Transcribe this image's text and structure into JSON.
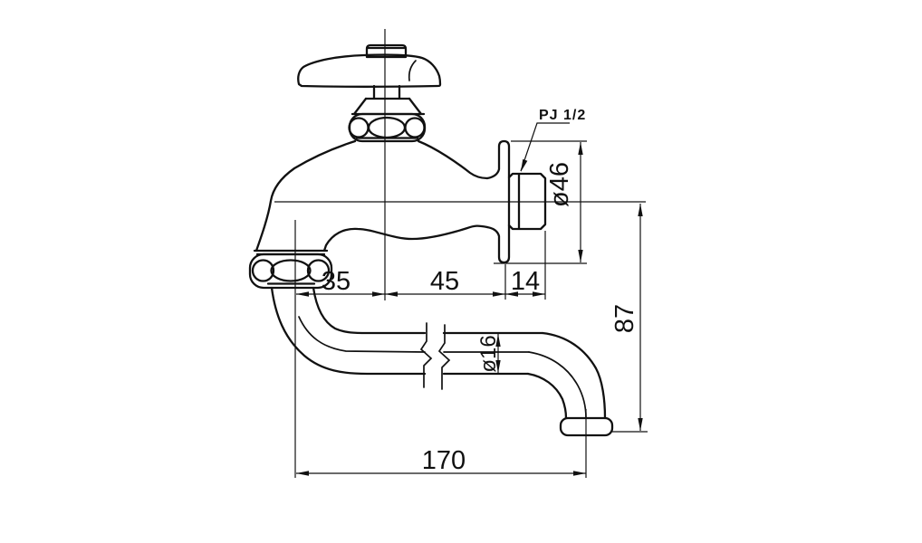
{
  "colors": {
    "background": "#ffffff",
    "line": "#111111"
  },
  "leader": {
    "thread_type": "PJ 1/2"
  },
  "dims": {
    "spout_offset": "35",
    "body_length": "45",
    "thread_length": "14",
    "reach": "170",
    "flange_diameter": "ø46",
    "mount_height": "87",
    "pipe_diameter": "ø16"
  }
}
